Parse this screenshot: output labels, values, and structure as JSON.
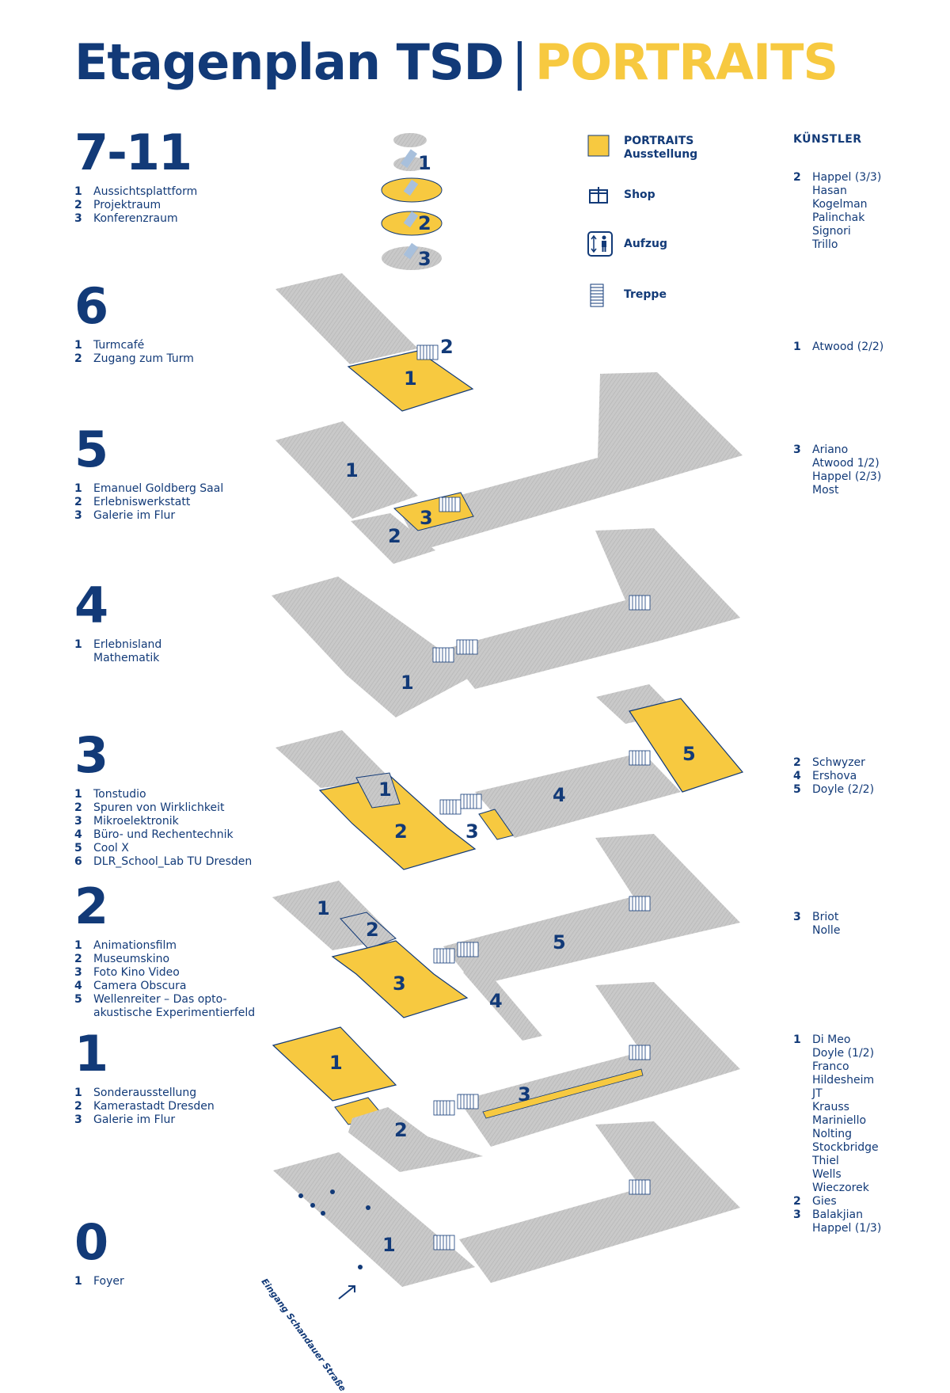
{
  "title": {
    "main": "Etagenplan TSD",
    "separator": "|",
    "accent": "PORTRAITS"
  },
  "colors": {
    "blue": "#123a78",
    "yellow": "#f7c940",
    "gray": "#c4c4c4"
  },
  "legend": [
    {
      "icon": "yellow-square-icon",
      "label_line1": "PORTRAITS",
      "label_line2": "Ausstellung"
    },
    {
      "icon": "shop-icon",
      "label_line1": "Shop"
    },
    {
      "icon": "elevator-icon",
      "label_line1": "Aufzug"
    },
    {
      "icon": "stairs-icon",
      "label_line1": "Treppe"
    }
  ],
  "artists_title": "KÜNSTLER",
  "floors": [
    {
      "number": "7-11",
      "rooms": [
        {
          "n": "1",
          "name": "Aussichtsplattform"
        },
        {
          "n": "2",
          "name": "Projektraum"
        },
        {
          "n": "3",
          "name": "Konferenzraum"
        }
      ]
    },
    {
      "number": "6",
      "rooms": [
        {
          "n": "1",
          "name": "Turmcafé"
        },
        {
          "n": "2",
          "name": "Zugang zum Turm"
        }
      ]
    },
    {
      "number": "5",
      "rooms": [
        {
          "n": "1",
          "name": "Emanuel Goldberg Saal"
        },
        {
          "n": "2",
          "name": "Erlebniswerkstatt"
        },
        {
          "n": "3",
          "name": "Galerie im Flur"
        }
      ]
    },
    {
      "number": "4",
      "rooms": [
        {
          "n": "1",
          "name": "Erlebnisland"
        },
        {
          "n": "",
          "name": "Mathematik"
        }
      ]
    },
    {
      "number": "3",
      "rooms": [
        {
          "n": "1",
          "name": "Tonstudio"
        },
        {
          "n": "2",
          "name": "Spuren von Wirklichkeit"
        },
        {
          "n": "3",
          "name": "Mikroelektronik"
        },
        {
          "n": "4",
          "name": "Büro- und Rechentechnik"
        },
        {
          "n": "5",
          "name": "Cool X"
        },
        {
          "n": "6",
          "name": "DLR_School_Lab TU Dresden"
        }
      ]
    },
    {
      "number": "2",
      "rooms": [
        {
          "n": "1",
          "name": "Animationsfilm"
        },
        {
          "n": "2",
          "name": "Museumskino"
        },
        {
          "n": "3",
          "name": "Foto Kino Video"
        },
        {
          "n": "4",
          "name": "Camera Obscura"
        },
        {
          "n": "5",
          "name": "Wellenreiter – Das opto-"
        },
        {
          "n": "",
          "name": "akustische Experimentierfeld"
        }
      ]
    },
    {
      "number": "1",
      "rooms": [
        {
          "n": "1",
          "name": "Sonderausstellung"
        },
        {
          "n": "2",
          "name": "Kamerastadt Dresden"
        },
        {
          "n": "3",
          "name": "Galerie im Flur"
        }
      ]
    },
    {
      "number": "0",
      "rooms": [
        {
          "n": "1",
          "name": "Foyer"
        }
      ]
    }
  ],
  "artists": [
    {
      "groups": [
        {
          "n": "2",
          "names": [
            "Happel (3/3)",
            "Hasan",
            "Kogelman",
            "Palinchak",
            "Signori",
            "Trillo"
          ]
        }
      ]
    },
    {
      "groups": [
        {
          "n": "1",
          "names": [
            "Atwood (2/2)"
          ]
        }
      ]
    },
    {
      "groups": [
        {
          "n": "3",
          "names": [
            "Ariano",
            "Atwood 1/2)",
            "Happel (2/3)",
            "Most"
          ]
        }
      ]
    },
    {
      "groups": [
        {
          "n": "2",
          "names": [
            "Schwyzer"
          ]
        },
        {
          "n": "4",
          "names": [
            "Ershova"
          ]
        },
        {
          "n": "5",
          "names": [
            "Doyle (2/2)"
          ]
        }
      ]
    },
    {
      "groups": [
        {
          "n": "3",
          "names": [
            "Briot",
            "Nolle"
          ]
        }
      ]
    },
    {
      "groups": [
        {
          "n": "1",
          "names": [
            "Di Meo",
            "Doyle (1/2)",
            "Franco",
            "Hildesheim",
            "JT",
            "Krauss",
            "Mariniello",
            "Nolting",
            "Stockbridge",
            "Thiel",
            "Wells",
            "Wieczorek"
          ]
        },
        {
          "n": "2",
          "names": [
            "Gies"
          ]
        },
        {
          "n": "3",
          "names": [
            "Balakjian",
            "Happel (1/3)"
          ]
        }
      ]
    }
  ],
  "plan_labels": {
    "f711": [
      "1",
      "2",
      "3"
    ],
    "f6": [
      "1",
      "2"
    ],
    "f5": [
      "1",
      "2",
      "3"
    ],
    "f4": [
      "1"
    ],
    "f3": [
      "1",
      "2",
      "3",
      "4",
      "5"
    ],
    "f2": [
      "1",
      "2",
      "3",
      "4",
      "5"
    ],
    "f1": [
      "1",
      "2",
      "3"
    ],
    "f0": [
      "1"
    ]
  },
  "entrance": "Eingang Schandauer Straße"
}
